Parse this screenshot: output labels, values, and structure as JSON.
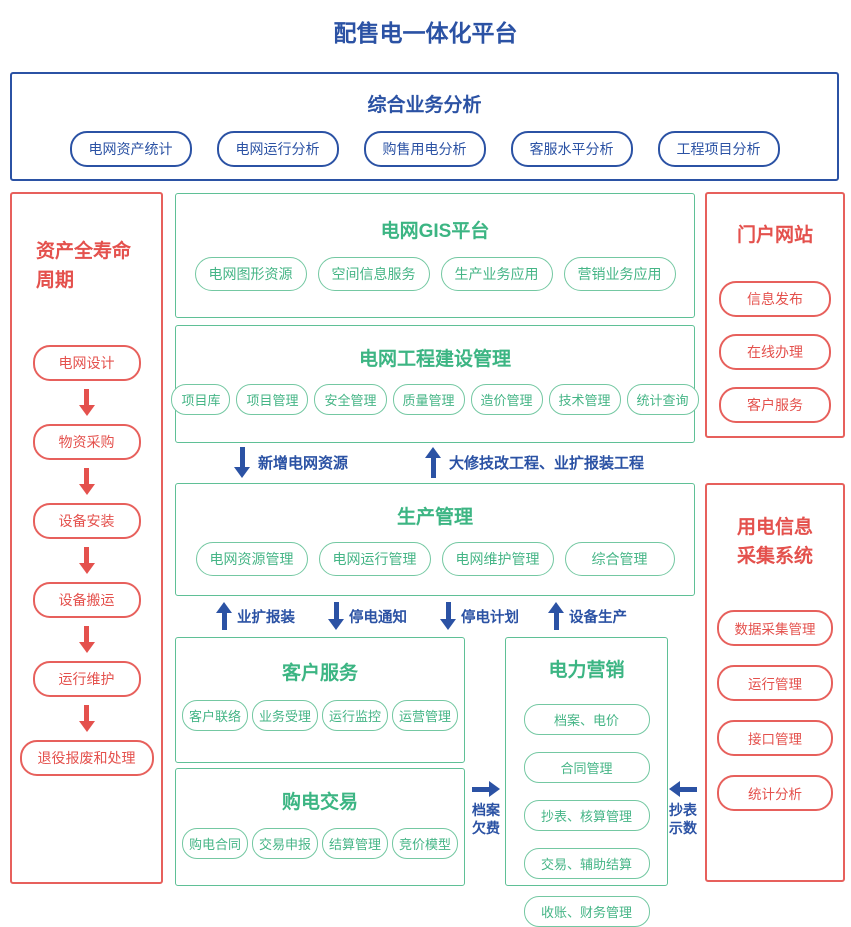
{
  "title": "配售电一体化平台",
  "colors": {
    "blue": "#2B52A4",
    "red": "#E4514D",
    "green": "#45B586"
  },
  "analysis": {
    "title": "综合业务分析",
    "items": [
      "电网资产统计",
      "电网运行分析",
      "购售用电分析",
      "客服水平分析",
      "工程项目分析"
    ]
  },
  "lifecycle": {
    "title": "资产全寿命周期",
    "steps": [
      "电网设计",
      "物资采购",
      "设备安装",
      "设备搬运",
      "运行维护",
      "退役报废和处理"
    ]
  },
  "gis": {
    "title": "电网GIS平台",
    "items": [
      "电网图形资源",
      "空间信息服务",
      "生产业务应用",
      "营销业务应用"
    ]
  },
  "construction": {
    "title": "电网工程建设管理",
    "items": [
      "项目库",
      "项目管理",
      "安全管理",
      "质量管理",
      "造价管理",
      "技术管理",
      "统计查询"
    ]
  },
  "production": {
    "title": "生产管理",
    "items": [
      "电网资源管理",
      "电网运行管理",
      "电网维护管理",
      "综合管理"
    ]
  },
  "customer_service": {
    "title": "客户服务",
    "items": [
      "客户联络",
      "业务受理",
      "运行监控",
      "运营管理"
    ]
  },
  "purchase": {
    "title": "购电交易",
    "items": [
      "购电合同",
      "交易申报",
      "结算管理",
      "竞价模型"
    ]
  },
  "marketing": {
    "title": "电力营销",
    "items": [
      "档案、电价",
      "合同管理",
      "抄表、核算管理",
      "交易、辅助结算",
      "收账、财务管理"
    ]
  },
  "portal": {
    "title": "门户网站",
    "items": [
      "信息发布",
      "在线办理",
      "客户服务"
    ]
  },
  "collection": {
    "title": "用电信息采集系统",
    "items": [
      "数据采集管理",
      "运行管理",
      "接口管理",
      "统计分析"
    ]
  },
  "flows": {
    "new_grid_resources": "新增电网资源",
    "overhaul_expansion": "大修技改工程、业扩报装工程",
    "service_expansion": "业扩报装",
    "outage_notice": "停电通知",
    "outage_plan": "停电计划",
    "device_production": "设备生产",
    "archive_arrears": [
      "档案",
      "欠费"
    ],
    "meter_reading": [
      "抄表",
      "示数"
    ]
  }
}
